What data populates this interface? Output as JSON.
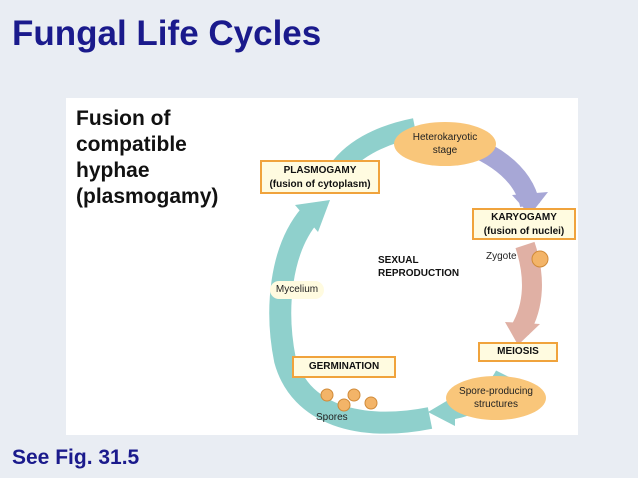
{
  "title": "Fungal Life Cycles",
  "fusion_note": [
    "Fusion of",
    "compatible",
    "hyphae",
    "(plasmogamy)"
  ],
  "footer": "See Fig. 31.5",
  "diagram": {
    "heterokaryotic": [
      "Heterokaryotic",
      "stage"
    ],
    "plasmogamy": [
      "PLASMOGAMY",
      "(fusion of cytoplasm)"
    ],
    "karyogamy": [
      "KARYOGAMY",
      "(fusion of nuclei)"
    ],
    "zygote": "Zygote",
    "sexual": [
      "SEXUAL",
      "REPRODUCTION"
    ],
    "mycelium": "Mycelium",
    "meiosis": "MEIOSIS",
    "germination": "GERMINATION",
    "spore_producing": [
      "Spore-producing",
      "structures"
    ],
    "spores": "Spores",
    "colors": {
      "teal_arrow": "#8fd0cc",
      "purple_arrow": "#a7a7d6",
      "pink_arrow": "#e0b0a4",
      "box_border": "#f0a33c",
      "oval_fill": "#f9c67a"
    }
  }
}
